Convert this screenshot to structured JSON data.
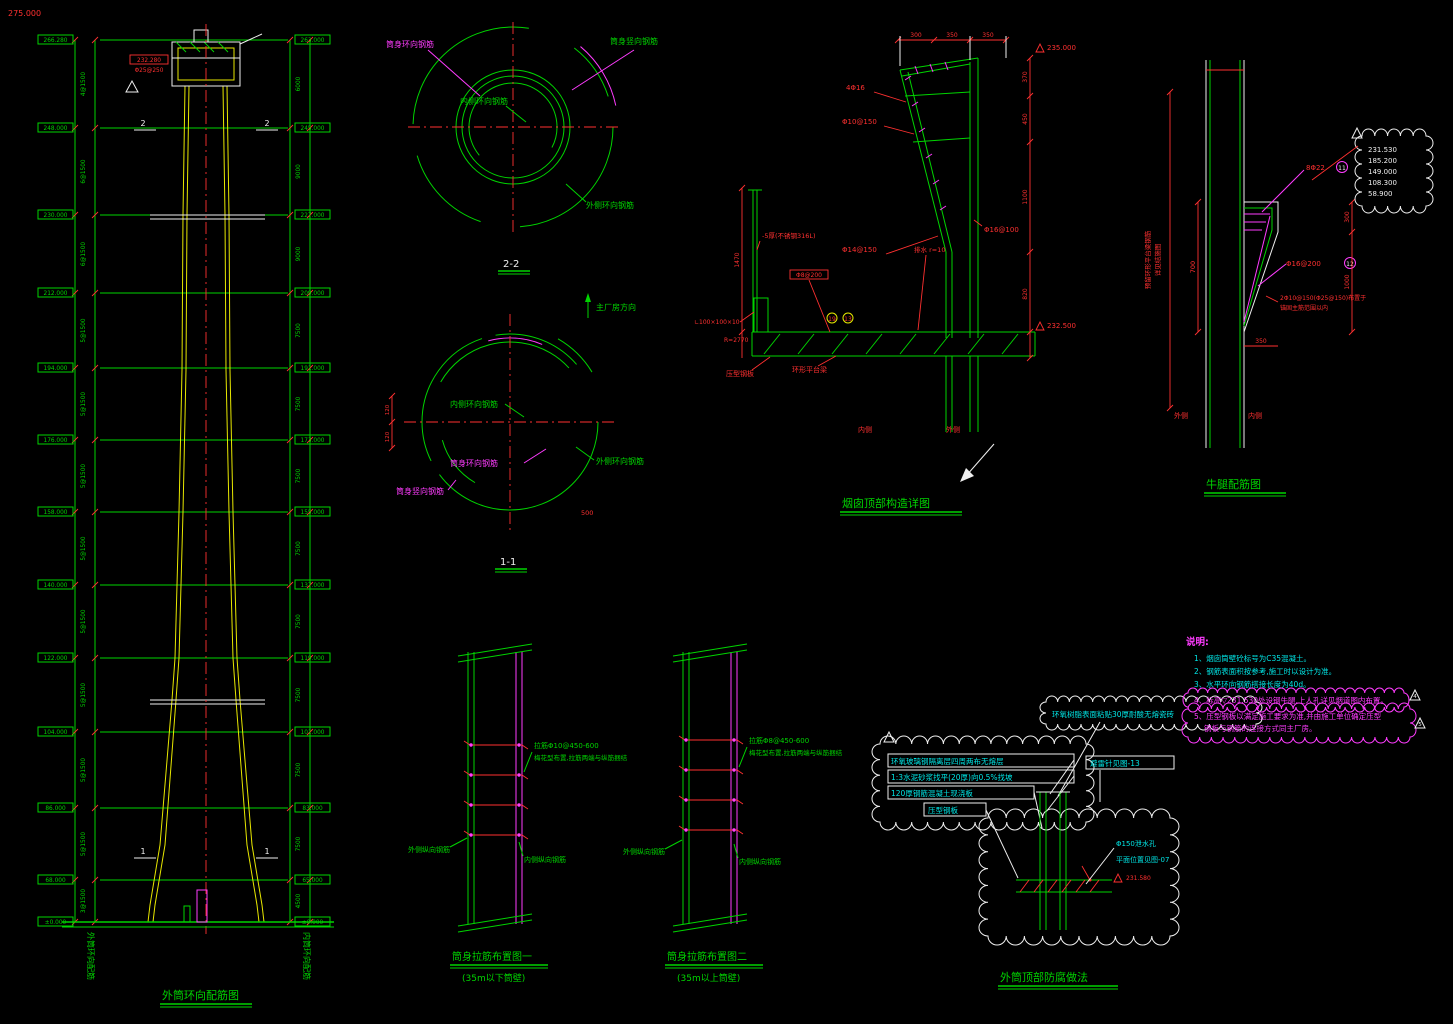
{
  "colors": {
    "background": "#000000",
    "green": "#00d400",
    "yellow": "#e8e800",
    "red": "#ff3030",
    "magenta": "#ff3cff",
    "cyan": "#00e5e5",
    "white": "#efefef"
  },
  "elev": {
    "top_mark": "275.000",
    "cap_box": "232.280",
    "cap_note": "Φ25@250",
    "sec2": "2",
    "sec1": "1",
    "left_vtext": "外筒环向配筋",
    "right_vtext": "内筒环向配筋",
    "caption": "外筒环向配筋图",
    "left_levels": [
      "266.280",
      "248.000",
      "230.000",
      "212.000",
      "194.000",
      "176.000",
      "158.000",
      "140.000",
      "122.000",
      "104.000",
      "86.000",
      "68.000",
      "±0.000"
    ],
    "right_levels": [
      "263.000",
      "245.000",
      "227.000",
      "209.000",
      "191.000",
      "173.000",
      "155.000",
      "137.000",
      "119.000",
      "101.000",
      "83.000",
      "65.000",
      "±0.000"
    ],
    "left_dims": [
      "4@1500",
      "6@1500",
      "6@1500",
      "5@1500",
      "5@1500",
      "5@1500",
      "5@1500",
      "5@1500",
      "5@1500",
      "5@1500",
      "5@1500",
      "3@1500"
    ],
    "right_dims": [
      "6000",
      "9000",
      "9000",
      "7500",
      "7500",
      "7500",
      "7500",
      "7500",
      "7500",
      "7500",
      "7500",
      "4500"
    ]
  },
  "s22": {
    "hoop": "筒身环向钢筋",
    "vert": "筒身竖向钢筋",
    "inner": "内侧环向钢筋",
    "outer": "外侧环向钢筋",
    "caption": "2-2"
  },
  "s11": {
    "dir": "主厂房方向",
    "inner": "内侧环向钢筋",
    "hoop": "筒身环向钢筋",
    "vert": "筒身竖向钢筋",
    "outer": "外侧环向钢筋",
    "dim500": "500",
    "dims": [
      "120",
      "120"
    ],
    "caption": "1-1"
  },
  "top_detail": {
    "caption": "烟囱顶部构造详图",
    "lvl_top": "235.000",
    "lvl_mid": "232.500",
    "steel": "-5厚(不锈钢316L)",
    "drain": "排水 r=10",
    "bar1": "4Φ16",
    "bar2": "Φ10@150",
    "bar3": "Φ16@100",
    "bar4": "Φ14@150",
    "bar5": "Φ8@200",
    "beam": "环形平台梁",
    "deck": "压型钢板",
    "radius": "R=2770",
    "angle": "∟100×100×10",
    "inner": "内侧",
    "outer": "外侧",
    "dims_top": [
      "300",
      "350",
      "350"
    ],
    "dims_right": [
      "370",
      "450",
      "1100",
      "820"
    ],
    "dim_left": "1470",
    "circ1": "19",
    "circ2": "13"
  },
  "bracket": {
    "caption": "牛腿配筋图",
    "bar1": "8Φ22",
    "bar2": "Φ16@200",
    "note1": "2Φ10@150(Φ25@150)布置于",
    "note2": "锚固主筋范围以内",
    "dim700": "700",
    "dim_btm": "350",
    "dims_right": [
      "300",
      "1000"
    ],
    "rot1": "预留环形平台梁钢筋",
    "rot2": "详见结施图",
    "levels": [
      "231.530",
      "185.200",
      "149.000",
      "108.300",
      "58.900"
    ],
    "outer": "外侧",
    "inner": "内侧",
    "circ1": "11",
    "circ2": "12"
  },
  "ties1": {
    "l1": "拉筋Φ10@450-600",
    "l2": "梅花型布置,拉筋两端与纵筋捆结",
    "outer": "外侧纵向钢筋",
    "inner": "内侧纵向钢筋",
    "cap1": "筒身拉筋布置图一",
    "cap2": "(35m以下筒壁)"
  },
  "ties2": {
    "l1": "拉筋Φ8@450-600",
    "l2": "梅花型布置,拉筋两端与纵筋捆结",
    "outer": "外侧纵向钢筋",
    "inner": "内侧纵向钢筋",
    "cap1": "筒身拉筋布置图二",
    "cap2": "(35m以上筒壁)"
  },
  "corrosion": {
    "caption": "外筒顶部防腐做法",
    "t_top": "环氧树脂表面粘贴30厚耐酸无熔瓷砖",
    "b1": "环氧玻璃钢隔离层四周两布无熔层",
    "b2": "1:3水泥砂浆找平(20厚)向0.5%找坡",
    "b3": "120厚钢筋混凝土现浇板",
    "deck": "压型钢板",
    "arrester": "避雷针见图-13",
    "drain1": "Φ150泄水孔",
    "drain2": "平面位置见图-07",
    "lvl": "231.580"
  },
  "notes": {
    "title": "说明:",
    "n1": "1、烟囱筒壁砼标号为C35混凝土。",
    "n2": "2、钢筋表面积按参考,施工时以设计为准。",
    "n3": "3、水平环向钢筋搭接长度为40d。",
    "n4": "4、标高▽231.530处设钢牛腿,上人孔详见烟道图内布置。",
    "n5a": "5、压型钢板以满足施工要求为准,并由施工单位确定压型",
    "n5b": "钢板与钢筋的连接方式同主厂房。",
    "tri1": "4",
    "tri2": "5"
  }
}
